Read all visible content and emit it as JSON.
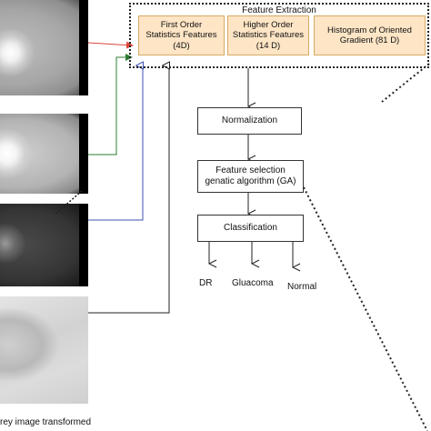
{
  "feature_extraction": {
    "title": "Feature Extraction",
    "features": [
      {
        "line1": "First Order",
        "line2": "Statistics Features",
        "line3": "(4D)"
      },
      {
        "line1": "Higher Order",
        "line2": "Statistics Features",
        "line3": "(14 D)"
      },
      {
        "line1": "Histogram of Oriented",
        "line2": "Gradient (81 D)"
      }
    ]
  },
  "pipeline": {
    "normalization": "Normalization",
    "feature_selection_line1": "Feature selection",
    "feature_selection_line2": "genatic algorithm (GA)",
    "classification": "Classification"
  },
  "outputs": [
    "DR",
    "Gluacoma",
    "Normal"
  ],
  "caption": "rey image transformed",
  "colors": {
    "feature_fill": "#fde5c5",
    "feature_border": "#d7a965",
    "arrow_red": "#d9463a",
    "arrow_green": "#2e7d32",
    "arrow_blue": "#3f51b5",
    "arrow_black": "#222222"
  }
}
